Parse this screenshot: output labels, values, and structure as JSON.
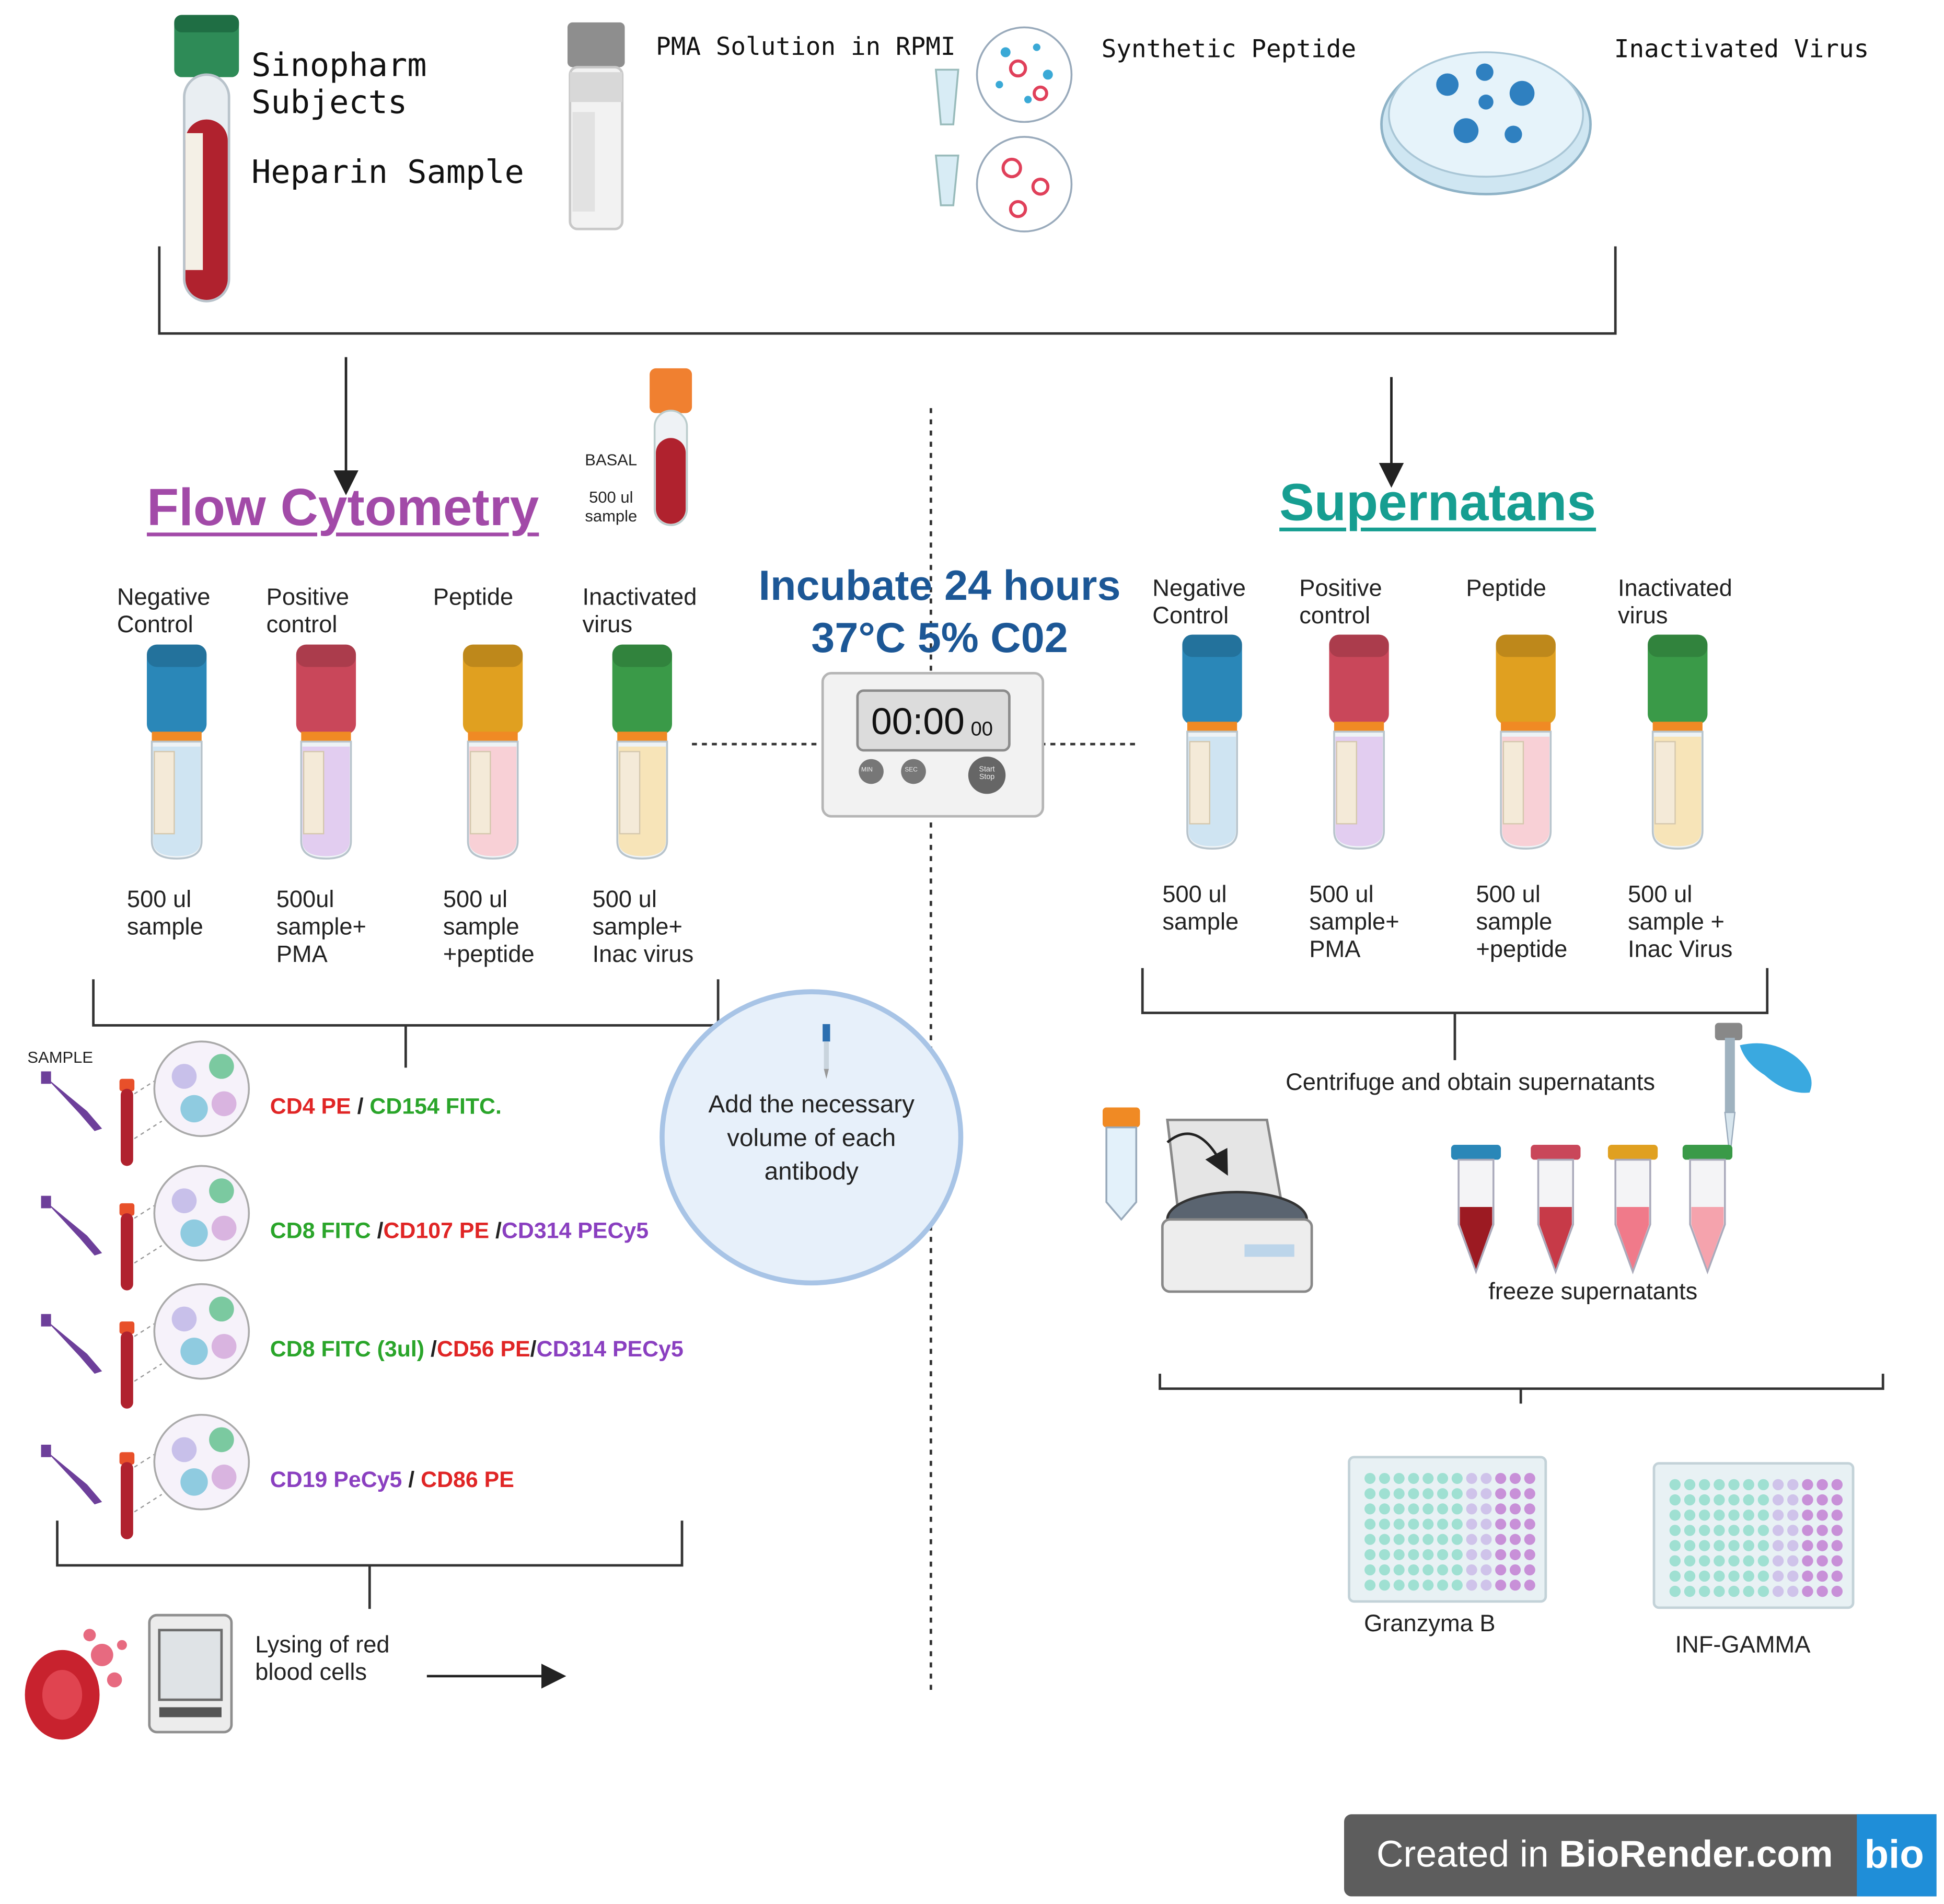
{
  "colors": {
    "flow_title": "#a24aa8",
    "supernatans_title": "#169e91",
    "incubate": "#1c5796",
    "stain_green": "#2aa52a",
    "stain_red": "#e02525",
    "stain_purple": "#8a3fc0",
    "cap_blue": "#2a87b8",
    "cap_red": "#c9475a",
    "cap_orange": "#e0a020",
    "cap_green": "#3a9a48"
  },
  "top": {
    "sample_line1": "Sinopharm",
    "sample_line2": "Subjects",
    "sample_line3": "Heparin Sample",
    "pma": "PMA Solution in RPMI",
    "peptide": "Synthetic Peptide",
    "virus": "Inactivated Virus"
  },
  "flow": {
    "title": "Flow Cytometry",
    "basal_label": "BASAL",
    "basal_sub1": "500 ul",
    "basal_sub2": "sample",
    "tubes": [
      {
        "head1": "Negative",
        "head2": "Control",
        "sub1": "500 ul",
        "sub2": "sample",
        "sub3": ""
      },
      {
        "head1": "Positive",
        "head2": "control",
        "sub1": "500ul",
        "sub2": "sample+",
        "sub3": "PMA"
      },
      {
        "head1": "Peptide",
        "head2": "",
        "sub1": "500 ul",
        "sub2": "sample",
        "sub3": "+peptide"
      },
      {
        "head1": "Inactivated",
        "head2": "virus",
        "sub1": "500 ul",
        "sub2": "sample+",
        "sub3": "Inac virus"
      }
    ],
    "sample_label": "SAMPLE",
    "stains": [
      [
        {
          "t": "CD4   PE",
          "c": "red"
        },
        {
          "t": " / ",
          "c": "dark"
        },
        {
          "t": "CD154 FITC.",
          "c": "green"
        }
      ],
      [
        {
          "t": "CD8 FITC",
          "c": "green"
        },
        {
          "t": " /",
          "c": "dark"
        },
        {
          "t": "CD107 PE",
          "c": "red"
        },
        {
          "t": " /",
          "c": "dark"
        },
        {
          "t": "CD314 PECy5",
          "c": "purple"
        }
      ],
      [
        {
          "t": "CD8 FITC (3ul)",
          "c": "green"
        },
        {
          "t": " /",
          "c": "dark"
        },
        {
          "t": "CD56 PE",
          "c": "red"
        },
        {
          "t": "/",
          "c": "dark"
        },
        {
          "t": "CD314 PECy5",
          "c": "purple"
        }
      ],
      [
        {
          "t": "CD19 PeCy5",
          "c": "purple"
        },
        {
          "t": " / ",
          "c": "dark"
        },
        {
          "t": "CD86 PE",
          "c": "red"
        }
      ]
    ],
    "antibody_line1": "Add the necessary",
    "antibody_line2": "volume of each",
    "antibody_line3": "antibody",
    "lysing_line1": "Lysing of red",
    "lysing_line2": "blood cells"
  },
  "incubate": {
    "line1": "Incubate 24 hours",
    "line2": "37°C 5% C02",
    "timer_main": "00:00",
    "timer_small": "00",
    "btn_min": "MIN",
    "btn_sec": "SEC",
    "btn_start1": "Start",
    "btn_start2": "Stop"
  },
  "supernatans": {
    "title": "Supernatans",
    "tubes": [
      {
        "head1": "Negative",
        "head2": "Control",
        "sub1": "500 ul",
        "sub2": "sample",
        "sub3": ""
      },
      {
        "head1": "Positive",
        "head2": "control",
        "sub1": "500 ul",
        "sub2": "sample+",
        "sub3": "PMA"
      },
      {
        "head1": "Peptide",
        "head2": "",
        "sub1": "500 ul",
        "sub2": "sample",
        "sub3": "+peptide"
      },
      {
        "head1": "Inactivated",
        "head2": "virus",
        "sub1": "500 ul",
        "sub2": "sample +",
        "sub3": "Inac Virus"
      }
    ],
    "centrifuge": "Centrifuge and obtain supernatants",
    "freeze": "freeze supernatants",
    "plate1": "Granzyma B",
    "plate2": "INF-GAMMA"
  },
  "footer": {
    "created": "Created in ",
    "brand": "BioRender.com",
    "logo": "bio"
  }
}
